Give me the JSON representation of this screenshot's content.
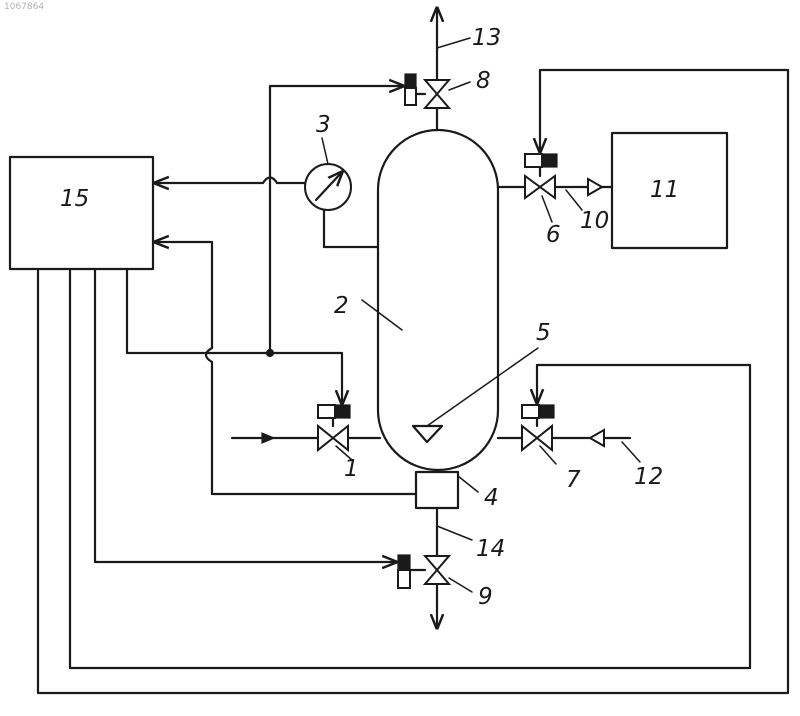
{
  "stamp": "1067864",
  "labels": {
    "valve_1": "1",
    "vessel_2": "2",
    "gauge_3": "3",
    "unit_4": "4",
    "float_5": "5",
    "valve_6": "6",
    "valve_7": "7",
    "valve_8": "8",
    "valve_9": "9",
    "line_10": "10",
    "tank_11": "11",
    "line_12": "12",
    "line_13": "13",
    "line_14": "14",
    "controller_15": "15"
  }
}
